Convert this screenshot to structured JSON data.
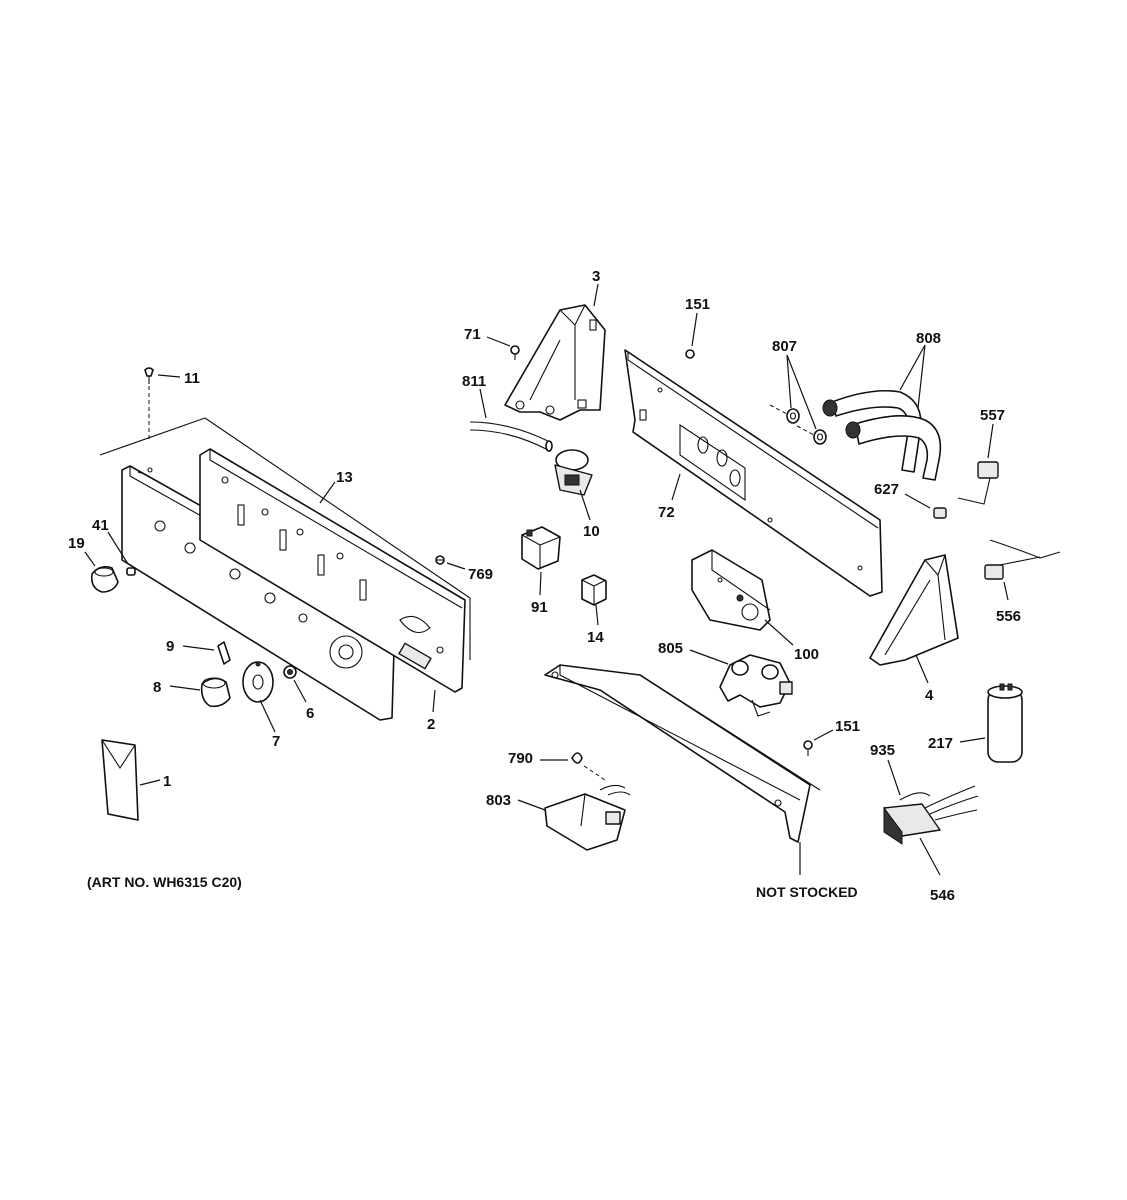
{
  "labels": {
    "p1": "1",
    "p2": "2",
    "p3": "3",
    "p4": "4",
    "p6": "6",
    "p7": "7",
    "p8": "8",
    "p9": "9",
    "p10": "10",
    "p11": "11",
    "p13": "13",
    "p14": "14",
    "p19": "19",
    "p41": "41",
    "p71": "71",
    "p72": "72",
    "p91": "91",
    "p100": "100",
    "p151a": "151",
    "p151b": "151",
    "p217": "217",
    "p546": "546",
    "p556": "556",
    "p557": "557",
    "p627": "627",
    "p769": "769",
    "p790": "790",
    "p803": "803",
    "p805": "805",
    "p807": "807",
    "p808": "808",
    "p811": "811",
    "p935": "935"
  },
  "notes": {
    "not_stocked": "NOT STOCKED",
    "art_no": "(ART NO. WH6315 C20)"
  }
}
